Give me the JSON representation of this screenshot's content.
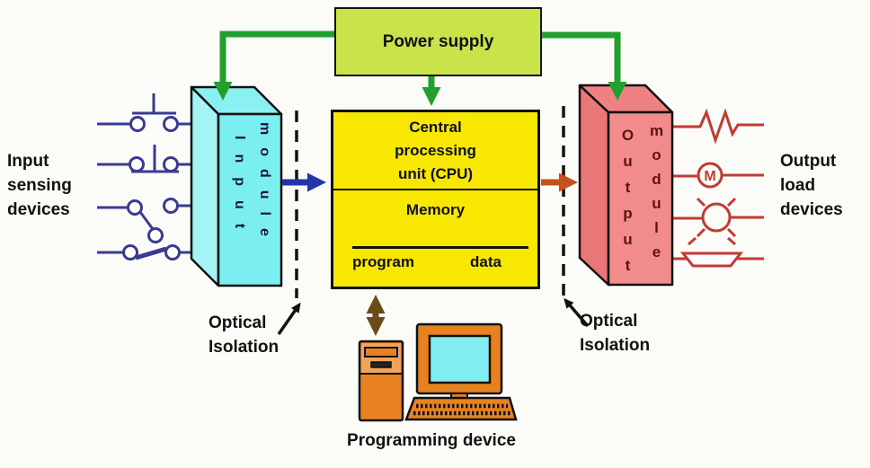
{
  "colors": {
    "bg": "#fbfbf8",
    "ink": "#111111",
    "green": "#21a02d",
    "blue": "#2137a5",
    "orange": "#c2531f",
    "brown": "#6b4c16",
    "navy": "#3a3a94",
    "red": "#c23a32",
    "power_fill": "#c9e44b",
    "cpu_fill": "#f8e700",
    "input_front": "#7beef0",
    "input_side": "#a5f4f5",
    "input_top": "#8bf0f2",
    "output_front": "#f28c8c",
    "output_side": "#e97777",
    "output_top": "#ee8282",
    "device_fill": "#e8811f",
    "device_light": "#f0a35a",
    "screen_fill": "#80eef2",
    "symbol_fill": "#ffffff"
  },
  "power_supply": {
    "label": "Power supply"
  },
  "cpu": {
    "lines": [
      "Central",
      "processing",
      "unit (CPU)"
    ],
    "memory": "Memory",
    "program": "program",
    "data": "data"
  },
  "input_module": {
    "word1": "Input",
    "word2": "module"
  },
  "output_module": {
    "word1": "Output",
    "word2": "module"
  },
  "input_devices": {
    "lines": [
      "Input",
      "sensing",
      "devices"
    ]
  },
  "output_devices": {
    "lines": [
      "Output",
      "load",
      "devices"
    ]
  },
  "optical_left": {
    "lines": [
      "Optical",
      "Isolation"
    ]
  },
  "optical_right": {
    "lines": [
      "Optical",
      "Isolation"
    ]
  },
  "programming_device": {
    "label": "Programming device"
  },
  "loads": {
    "motor_letter": "M"
  },
  "icons": {
    "input_symbols": [
      "no-pushbutton-icon",
      "nc-pushbutton-icon",
      "limit-switch-icon",
      "knife-switch-icon"
    ],
    "output_symbols": [
      "resistor-icon",
      "motor-icon",
      "lamp-icon",
      "horn-icon"
    ],
    "programming_symbols": [
      "tower-pc-icon",
      "monitor-icon",
      "keyboard-icon"
    ]
  }
}
